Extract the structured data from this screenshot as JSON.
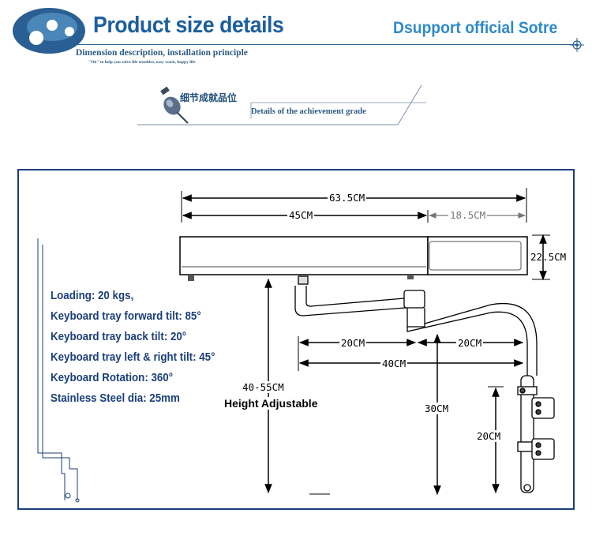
{
  "header": {
    "title": "Product size details",
    "store": "Dsupport official Sotre",
    "subtitle": "Dimension description, installation principle",
    "subsubtitle": "\"Ok\" to help you solve life troubles, easy work, happy life"
  },
  "banner": {
    "cn_label": "细节成就品位",
    "en_label": "Details of the achievement grade"
  },
  "dimensions": {
    "total_width": "63.5CM",
    "keyboard_width": "45CM",
    "mouse_width": "18.5CM",
    "tray_depth": "22.5CM",
    "arm_segment_1": "20CM",
    "arm_segment_2": "20CM",
    "arm_total": "40CM",
    "height_range": "40-55CM",
    "height_label": "Height Adjustable",
    "pole_height": "30CM",
    "clamp_height": "20CM"
  },
  "specs": [
    "Loading: 20 kgs,",
    "Keyboard tray forward tilt: 85°",
    "Keyboard tray back tilt: 20°",
    "Keyboard tray left & right tilt: 45°",
    "Keyboard Rotation: 360°",
    "Stainless Steel dia: 25mm"
  ]
}
